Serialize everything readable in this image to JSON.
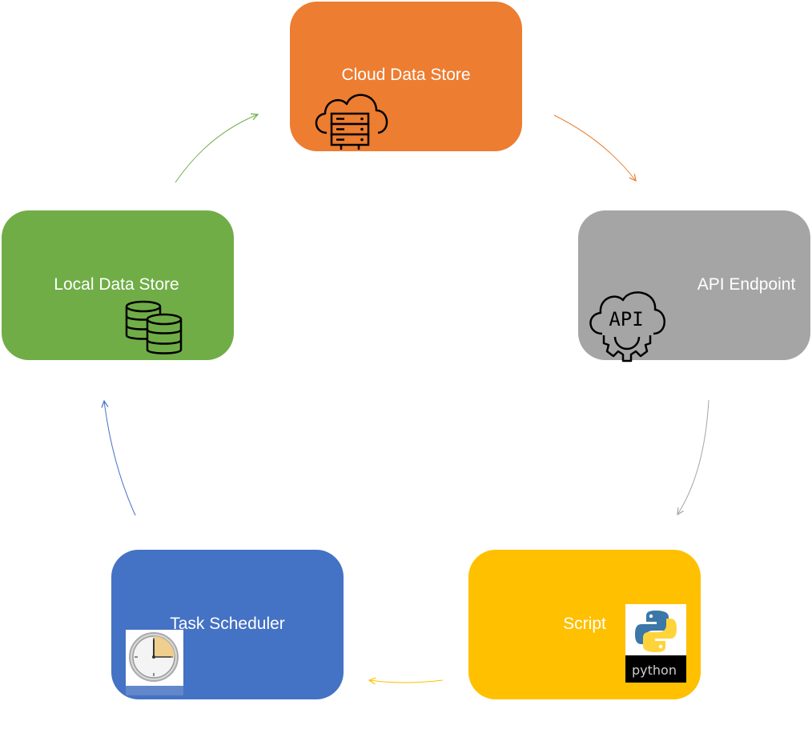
{
  "nodes": {
    "cloud": {
      "label": "Cloud Data Store",
      "color": "#ED7D31",
      "icon": "cloud-server-icon"
    },
    "api": {
      "label": "API Endpoint",
      "color": "#A5A5A5",
      "icon": "api-cloud-gear-icon",
      "icon_text": "API"
    },
    "script": {
      "label": "Script",
      "color": "#FFC000",
      "icon": "python-logo-icon",
      "icon_text": "python"
    },
    "task": {
      "label": "Task Scheduler",
      "color": "#4472C4",
      "icon": "clock-icon"
    },
    "local": {
      "label": "Local Data Store",
      "color": "#70AD47",
      "icon": "database-icon"
    }
  },
  "edges": [
    {
      "from": "cloud",
      "to": "api",
      "color": "#ED7D31"
    },
    {
      "from": "api",
      "to": "script",
      "color": "#A5A5A5"
    },
    {
      "from": "script",
      "to": "task",
      "color": "#FFC000"
    },
    {
      "from": "task",
      "to": "local",
      "color": "#4472C4"
    },
    {
      "from": "local",
      "to": "cloud",
      "color": "#70AD47"
    }
  ]
}
